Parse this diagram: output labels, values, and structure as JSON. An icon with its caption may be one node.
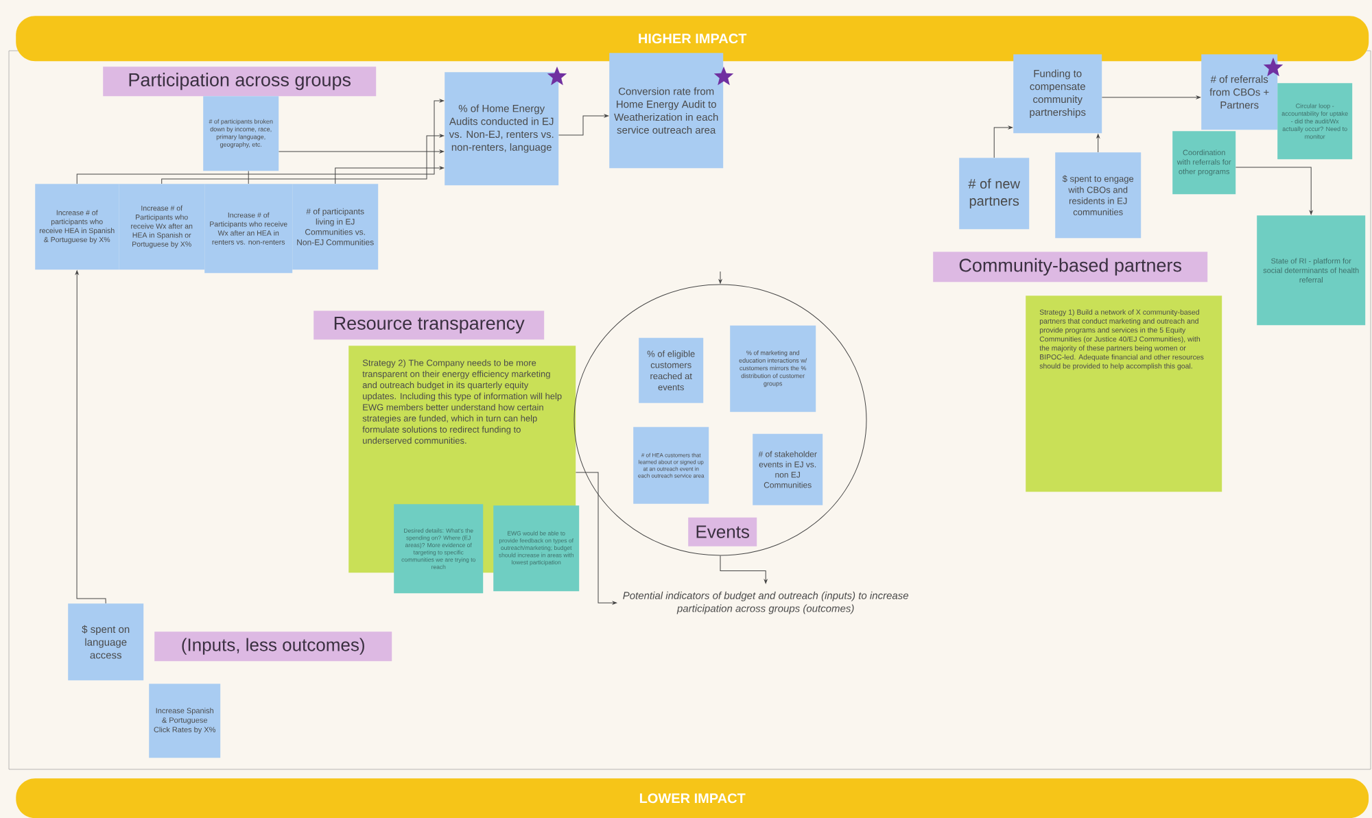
{
  "diagram": {
    "nodes": [
      {
        "text": [
          "HIGHER IMPACT"
        ]
      },
      {
        "text": [
          "Participation across groups"
        ]
      },
      {
        "text": [
          "# of participants broken down by income, race, primary language, geography, etc."
        ]
      },
      {
        "text": [
          "Increase # of participants who receive HEA in Spanish & Portuguese by X%"
        ]
      },
      {
        "text": [
          "Increase # of Participants who receive Wx after an HEA in Spanish or Portuguese by X%"
        ]
      },
      {
        "text": [
          "Increase # of Participants who receive Wx after an HEA in renters vs. non-renters"
        ]
      },
      {
        "text": [
          "# of participants living in EJ Communities vs. Non-EJ Communities"
        ]
      },
      {
        "text": [
          "% of Home Energy Audits conducted in EJ vs. Non-EJ, renters vs. non-renters, language"
        ]
      },
      {
        "text": [
          "Conversion rate from Home Energy Audit to Weatherization in each service outreach area"
        ]
      },
      {
        "text": [
          "Funding to compensate community partnerships"
        ]
      },
      {
        "text": [
          "# of referrals from CBOs + Partners"
        ]
      },
      {
        "text": [
          "Circular loop - accountability for uptake - did the audit/Wx actually occur? Need to monitor"
        ]
      },
      {
        "text": [
          "# of new partners"
        ]
      },
      {
        "text": [
          "$ spent to engage with CBOs and residents in EJ communities"
        ]
      },
      {
        "text": [
          "Coordination with referrals for other programs"
        ]
      },
      {
        "text": [
          "Community-based partners"
        ]
      },
      {
        "text": [
          "State of RI - platform for social determinants of health referral"
        ]
      },
      {
        "text": [
          "Strategy 1) Build a network of X community-based partners that conduct marketing and outreach and provide programs and services in the 5 Equity Communities (or Justice 40/EJ Communities), with the majority of these partners being women or BIPOC-led. Adequate financial and other resources should be provided to help accomplish this goal."
        ]
      },
      {
        "text": [
          "Resource transparency"
        ]
      },
      {
        "text": [
          "Strategy 2) The Company needs to be more transparent on their energy efficiency marketing and outreach budget in its quarterly equity updates. Including this type of information will help EWG members better understand how certain strategies are funded, which in turn can help formulate solutions to redirect funding to underserved communities."
        ]
      },
      {
        "text": [
          "Desired details: What's the spending on? Where (EJ areas)? More evidence of targeting to specific communities we are trying to reach"
        ]
      },
      {
        "text": [
          "EWG would be able to provide feedback on types of outreach/marketing; budget should increase in areas with lowest participation"
        ]
      },
      {
        "text": [],
        "shape": "circle"
      },
      {
        "text": [
          "% of eligible customers reached at events"
        ],
        "in": 22
      },
      {
        "text": [
          "% of marketing and education interactions w/ customers mirrors the % distribution of customer groups"
        ],
        "in": 22
      },
      {
        "text": [
          "# of HEA customers that learned about or signed up at an outreach event in each outreach service area"
        ],
        "in": 22
      },
      {
        "text": [
          "# of stakeholder events in EJ vs. non EJ Communities"
        ],
        "in": 22
      },
      {
        "text": [
          "Events"
        ],
        "in": 22
      },
      {
        "text": [
          "Potential indicators of budget and outreach (inputs) to increase participation across groups (outcomes)"
        ]
      },
      {
        "text": [
          "$ spent on language access"
        ]
      },
      {
        "text": [
          "(Inputs, less outcomes)"
        ]
      },
      {
        "text": [
          "Increase Spanish & Portuguese Click Rates by X%"
        ]
      },
      {
        "text": [
          "LOWER IMPACT"
        ]
      }
    ],
    "edges": [
      {
        "from": 3,
        "to": 7,
        "arrow": "to"
      },
      {
        "from": 4,
        "to": 7,
        "arrow": "to"
      },
      {
        "from": 5,
        "to": 2,
        "arrow": "none"
      },
      {
        "from": 2,
        "to": 7,
        "arrow": "to"
      },
      {
        "from": 6,
        "to": 7,
        "arrow": "to"
      },
      {
        "from": 29,
        "to": 3,
        "arrow": "to"
      },
      {
        "from": 7,
        "to": 8,
        "arrow": "to"
      },
      {
        "from": 12,
        "to": 9,
        "arrow": "to"
      },
      {
        "from": 13,
        "to": 9,
        "arrow": "to"
      },
      {
        "from": 9,
        "to": 10,
        "arrow": "to"
      },
      {
        "from": 14,
        "to": 16,
        "arrow": "to"
      },
      {
        "from": null,
        "to": 22,
        "arrow": "to"
      },
      {
        "from": 22,
        "to": 28,
        "arrow": "to"
      },
      {
        "from": 19,
        "to": 28,
        "arrow": "to"
      }
    ]
  }
}
